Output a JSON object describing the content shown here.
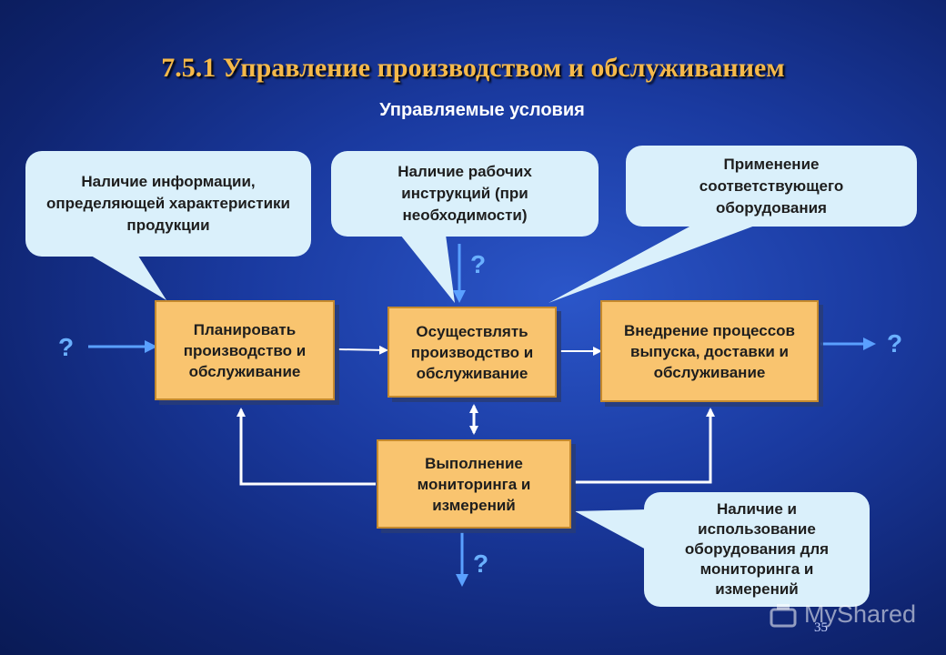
{
  "title": "7.5.1 Управление производством и обслуживанием",
  "subtitle": "Управляемые условия",
  "callouts": {
    "info": "Наличие информации, определяющей характеристики продукции",
    "instructions": "Наличие рабочих инструкций (при необходимости)",
    "equipment": "Применение соответствующего оборудования",
    "monitoring_equipment": "Наличие и использование оборудования для мониторинга и измерений"
  },
  "boxes": {
    "plan": "Планировать производство и обслуживание",
    "execute": "Осуществлять производство и обслуживание",
    "release": "Внедрение процессов выпуска, доставки и обслуживание",
    "monitoring": "Выполнение мониторинга и измерений"
  },
  "question_marks": {
    "left": "?",
    "top": "?",
    "right": "?",
    "bottom": "?"
  },
  "page_number": "35",
  "watermark": "MyShared",
  "colors": {
    "box_fill": "#f9c46f",
    "callout_fill": "#daf0fb",
    "title": "#f5b94a",
    "question_mark": "#6ab0ff"
  }
}
